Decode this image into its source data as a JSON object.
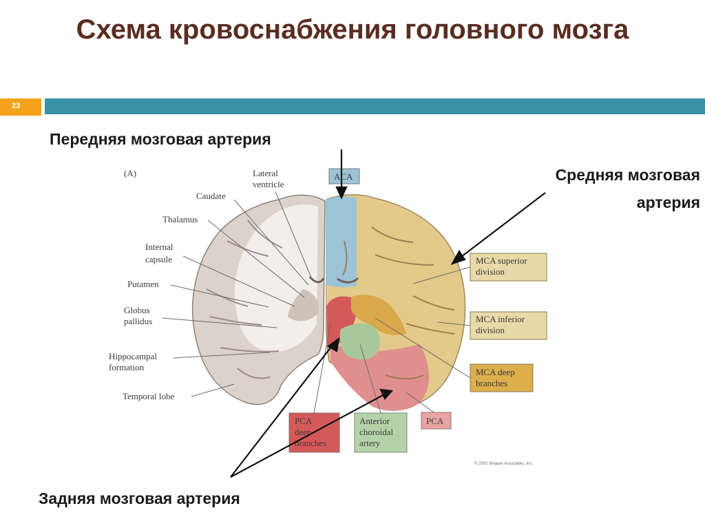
{
  "slide": {
    "title": "Схема кровоснабжения головного мозга",
    "number": "23"
  },
  "callouts": {
    "aca": "Передняя мозговая артерия",
    "mca": "Средняя мозговая артерия",
    "pca": "Задняя мозговая артерия"
  },
  "figure": {
    "panel": "(A)",
    "labels_left": {
      "lateral_ventricle": [
        "Lateral",
        "ventricle"
      ],
      "caudate": "Caudate",
      "thalamus": "Thalamus",
      "internal_capsule": [
        "Internal",
        "capsule"
      ],
      "putamen": "Putamen",
      "globus_pallidus": [
        "Globus",
        "pallidus"
      ],
      "hippocampal_formation": [
        "Hippocampal",
        "formation"
      ],
      "temporal_lobe": "Temporal lobe"
    },
    "boxes": {
      "aca": "ACA",
      "mca_superior": [
        "MCA superior",
        "division"
      ],
      "mca_inferior": [
        "MCA inferior",
        "division"
      ],
      "mca_deep": [
        "MCA deep",
        "branches"
      ],
      "pca": "PCA",
      "pca_deep": [
        "PCA",
        "deep",
        "branches"
      ],
      "anterior_choroidal": [
        "Anterior",
        "choroidal",
        "artery"
      ]
    },
    "copyright": "© 2002 Sinauer Associates, Inc.",
    "colors": {
      "aca": "#9cc3d6",
      "mca": "#e3c98a",
      "pca": "#e08f8f",
      "pca_deep": "#d45a5a",
      "anterior_choroidal": "#a8c79a",
      "gray_matter": "#d9cfc6",
      "title": "#5a2d22",
      "accent_bar": "#3a92a7",
      "slide_number_bg": "#f5a21b"
    }
  }
}
